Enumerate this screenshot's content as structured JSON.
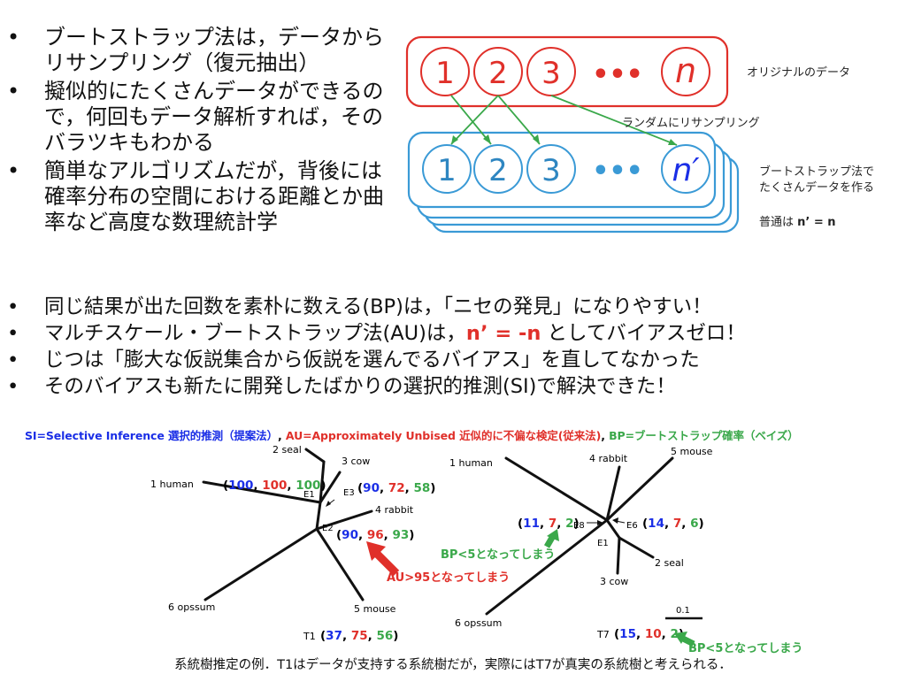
{
  "top_bullets": [
    "ブートストラップ法は，データからリサンプリング（復元抽出）",
    "擬似的にたくさんデータができるので，何回もデータ解析すれば，そのバラツキもわかる",
    "簡単なアルゴリズムだが，背後には確率分布の空間における距離とか曲率など高度な数理統計学"
  ],
  "diagram": {
    "original_nodes": [
      "1",
      "2",
      "3",
      "•••",
      "n"
    ],
    "resample_nodes": [
      "1",
      "2",
      "3",
      "•••",
      "n′"
    ],
    "original_label": "オリジナルのデータ",
    "resample_label": "ランダムにリサンプリング",
    "bootstrap_label_1": "ブートストラップ法で",
    "bootstrap_label_2": "たくさんデータを作る",
    "usual_prefix": "普通は ",
    "usual_formula": "n’ = n"
  },
  "mid_bullets": [
    {
      "text": "同じ結果が出た回数を素朴に数える(BP)は，「ニセの発見」になりやすい！"
    },
    {
      "before": "マルチスケール・ブートストラップ法(AU)は，",
      "highlight": "n’ = -n",
      "after": " としてバイアスゼロ！"
    },
    {
      "text": "じつは「膨大な仮説集合から仮説を選んでるバイアス」を直してなかった"
    },
    {
      "text": "そのバイアスも新たに開発したばかりの選択的推測(SI)で解決できた！"
    }
  ],
  "legend": {
    "si": "SI=Selective Inference 選択的推測（提案法）",
    "sep1": ", ",
    "au": "AU=Approximately Unbised 近似的に不偏な検定(従来法)",
    "sep2": ", ",
    "bp": "BP=ブートストラップ確率（ベイズ）"
  },
  "colors": {
    "si": "#1a2ee6",
    "au": "#e0302a",
    "bp": "#3aa84a",
    "red_box": "#e0302a",
    "blue_box": "#3a9ad6"
  },
  "tree1": {
    "leaves": {
      "human": "1 human",
      "seal": "2 seal",
      "cow": "3 cow",
      "rabbit": "4 rabbit",
      "mouse": "5 mouse",
      "opssum": "6 opssum"
    },
    "edges": {
      "e1": "E1",
      "e2": "E2",
      "e3": "E3"
    },
    "open": "(",
    "close": ")",
    "comma": ", ",
    "v_human": {
      "si": "100",
      "au": "100",
      "bp": "100"
    },
    "v_e3": {
      "si": "90",
      "au": "72",
      "bp": "58"
    },
    "v_e2": {
      "si": "90",
      "au": "96",
      "bp": "93"
    },
    "au_note": "AU>95となってしまう",
    "tree_label": "T1",
    "v_tree": {
      "si": "37",
      "au": "75",
      "bp": "56"
    }
  },
  "tree2": {
    "leaves": {
      "human": "1 human",
      "rabbit": "4 rabbit",
      "mouse": "5 mouse",
      "seal": "2 seal",
      "cow": "3 cow",
      "opssum": "6 opssum"
    },
    "edges": {
      "e8": "E8",
      "e6": "E6",
      "e1": "E1"
    },
    "open": "(",
    "close": ")",
    "comma": ", ",
    "v_e8": {
      "si": "11",
      "au": "7",
      "bp": "2"
    },
    "v_e6": {
      "si": "14",
      "au": "7",
      "bp": "6"
    },
    "bp_note": "BP<5となってしまう",
    "tree_label": "T7",
    "v_tree": {
      "si": "15",
      "au": "10",
      "bp": "2"
    },
    "bp_note2": "BP<5となってしまう",
    "scale": "0.1"
  },
  "caption": "系統樹推定の例．T1はデータが支持する系統樹だが，実際にはT7が真実の系統樹と考えられる．"
}
